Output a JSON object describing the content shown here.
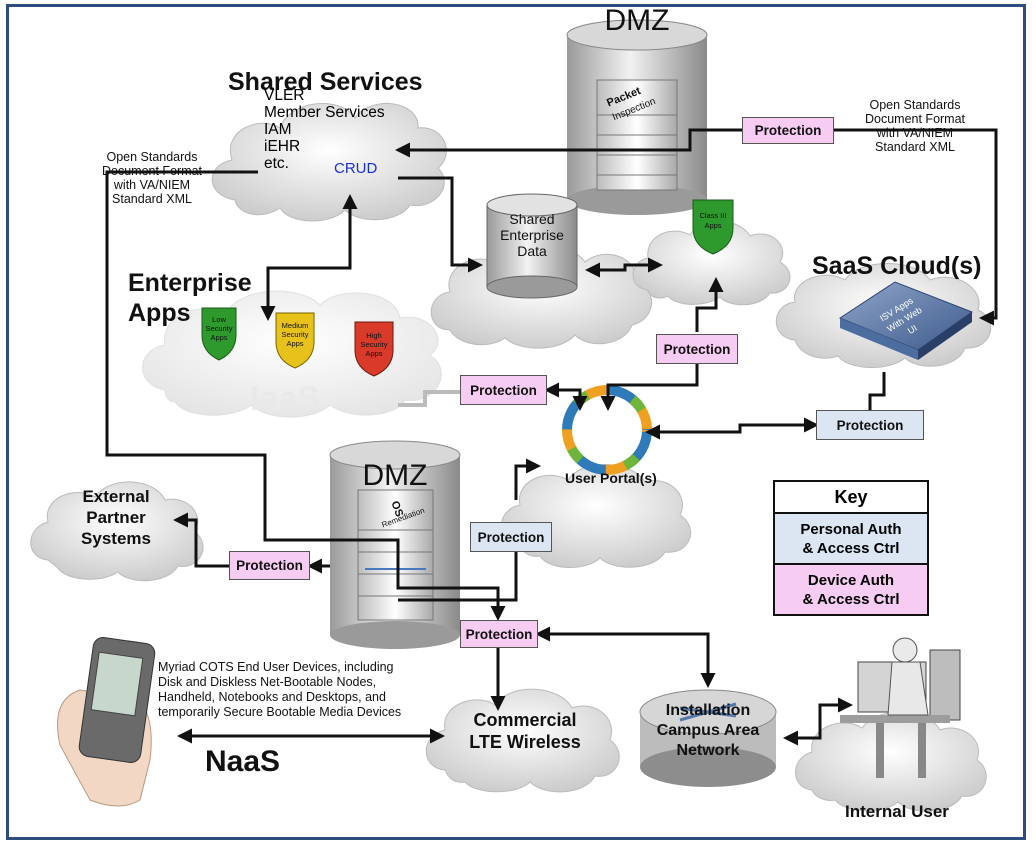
{
  "titles": {
    "shared_services": "Shared Services",
    "enterprise_apps_line1": "Enterprise",
    "enterprise_apps_line2": "Apps",
    "saas_cloud": "SaaS Cloud(s)",
    "naas": "NaaS",
    "dmz_top": "DMZ",
    "dmz_bottom": "DMZ",
    "iaas": "IaaS"
  },
  "shared_services_items": [
    "VLER",
    "Member Services",
    "IAM",
    "iEHR",
    "etc."
  ],
  "crud": "CRUD",
  "doc_format_left": [
    "Open Standards",
    "Document Format",
    "with VA/NIEM",
    "Standard XML"
  ],
  "doc_format_right": [
    "Open Standards",
    "Document Format",
    "with VA/NIEM",
    "Standard XML"
  ],
  "packet_inspection": [
    "Packet",
    "Inspection"
  ],
  "os_remediation": [
    "OS",
    "Remediation"
  ],
  "shared_data": [
    "Shared",
    "Enterprise",
    "Data"
  ],
  "class3_apps": [
    "Class III",
    "Apps"
  ],
  "isv_apps": [
    "ISV Apps",
    "With Web",
    "UI"
  ],
  "shields": {
    "low": [
      "Low",
      "Security",
      "Apps"
    ],
    "medium": [
      "Medium",
      "Security",
      "Apps"
    ],
    "high": [
      "High",
      "Security",
      "Apps"
    ]
  },
  "user_portal": "User Portal(s)",
  "external_partner": [
    "External",
    "Partner",
    "Systems"
  ],
  "commercial_lte": [
    "Commercial",
    "LTE Wireless"
  ],
  "installation_network": [
    "Installation",
    "Campus Area",
    "Network"
  ],
  "internal_user": "Internal User",
  "devices_text": [
    "Myriad COTS End User Devices, including",
    "Disk and Diskless Net-Bootable Nodes,",
    "Handheld, Notebooks and Desktops, and",
    "temporarily Secure Bootable Media Devices"
  ],
  "protection_label": "Protection",
  "key": {
    "title": "Key",
    "personal": [
      "Personal Auth",
      "& Access Ctrl"
    ],
    "device": [
      "Device Auth",
      "& Access Ctrl"
    ]
  },
  "colors": {
    "device_auth": "#f7ccf2",
    "personal_auth": "#dce6f2",
    "frame": "#2e4d7e",
    "shield_low": "#2e9a2e",
    "shield_medium": "#e6c21a",
    "shield_high": "#d93a2a"
  }
}
